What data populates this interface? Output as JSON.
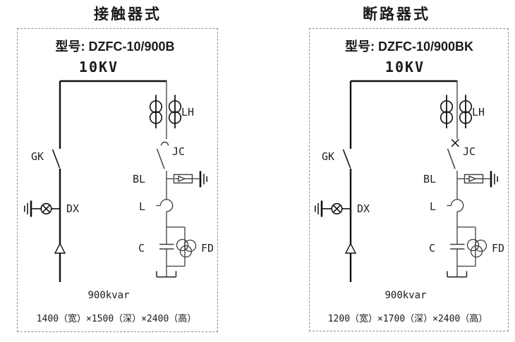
{
  "left_panel": {
    "title": "接触器式",
    "model": "型号: DZFC-10/900B",
    "voltage": "10KV",
    "labels": {
      "disconnect": "GK",
      "current_transformer": "LH",
      "switch": "JC",
      "arrester": "BL",
      "indicator": "DX",
      "reactor": "L",
      "capacitor": "C",
      "discharge": "FD"
    },
    "rating": "900kvar",
    "dimensions": "1400（宽）×1500（深）×2400（高）"
  },
  "right_panel": {
    "title": "断路器式",
    "model": "型号: DZFC-10/900BK",
    "voltage": "10KV",
    "labels": {
      "disconnect": "GK",
      "current_transformer": "LH",
      "switch": "JC",
      "arrester": "BL",
      "indicator": "DX",
      "reactor": "L",
      "capacitor": "C",
      "discharge": "FD"
    },
    "rating": "900kvar",
    "dimensions": "1200（宽）×1700（深）×2400（高）"
  },
  "colors": {
    "feeder_line": "#111111",
    "branch_line": "#3d3d3d",
    "border_dash": "#8f8f8f",
    "text": "#1a1a1a"
  }
}
